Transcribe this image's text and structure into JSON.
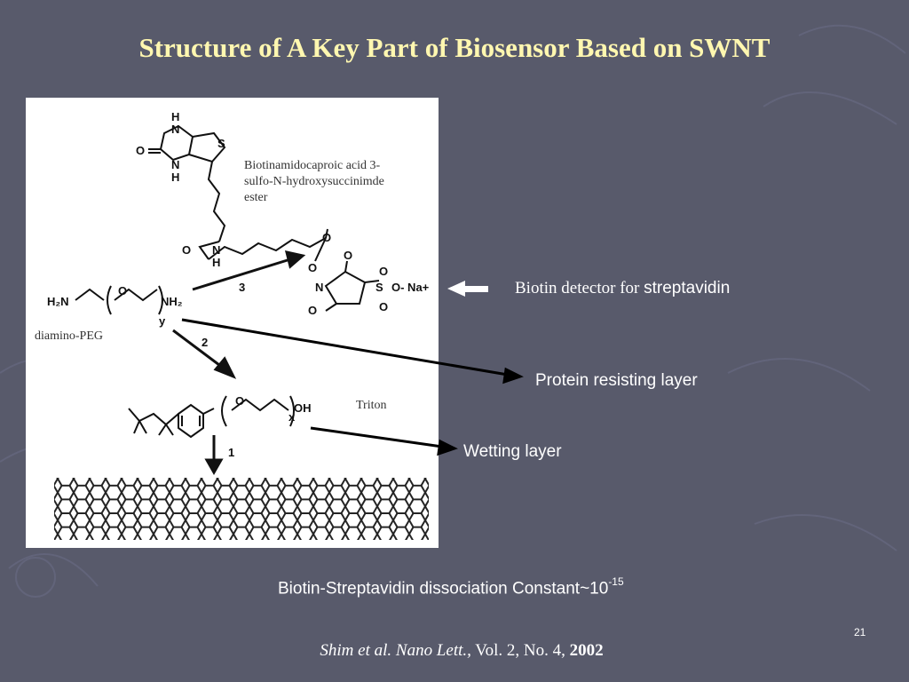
{
  "slide": {
    "title": "Structure of A Key Part of Biosensor Based on SWNT",
    "page_number": "21"
  },
  "figure": {
    "reagent_lines": [
      "Biotinamidocaproic acid 3-",
      "sulfo-N-hydroxysuccinimde",
      "ester"
    ],
    "diamino_label": "diamino-PEG",
    "triton_label": "Triton",
    "step_numbers": [
      "3",
      "2",
      "1"
    ]
  },
  "annotations": {
    "biotin_prefix": "Biotin detector for ",
    "biotin_target": "streptavidin",
    "protein_layer": "Protein resisting layer",
    "wetting_layer": "Wetting layer"
  },
  "constant": {
    "text": "Biotin-Streptavidin dissociation Constant~10",
    "exponent": "-15"
  },
  "citation": {
    "authors_journal": "Shim et al. Nano Lett.,",
    "volume": " Vol. 2, No. 4, ",
    "year": "2002"
  },
  "colors": {
    "background": "#585a6b",
    "title": "#fff7b0",
    "text": "#ffffff"
  }
}
